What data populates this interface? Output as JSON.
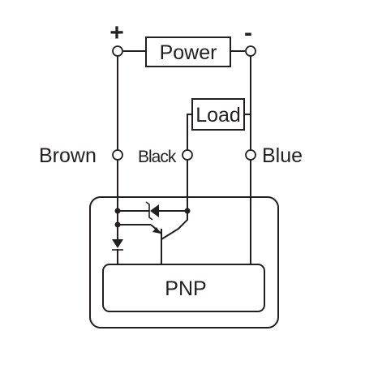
{
  "supply": {
    "plus_label": "+",
    "minus_label": "-",
    "power_label": "Power"
  },
  "load": {
    "label": "Load"
  },
  "wires": {
    "brown_label": "Brown",
    "black_label": "Black",
    "blue_label": "Blue"
  },
  "sensor": {
    "output_type": "PNP"
  },
  "colors": {
    "line": "#231f20",
    "background": "#ffffff"
  }
}
